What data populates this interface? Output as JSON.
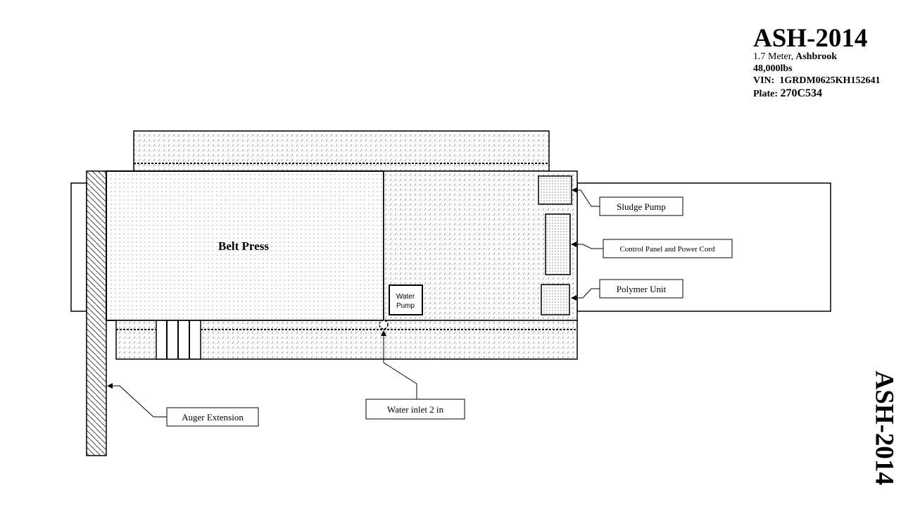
{
  "header": {
    "title": "ASH-2014",
    "size": "1.7 Meter,",
    "make": "Ashbrook",
    "weight": "48,000lbs",
    "vin_label": "VIN:",
    "vin": "1GRDM0625KH152641",
    "plate_label": "Plate:",
    "plate": "270C534"
  },
  "side_title": "ASH-2014",
  "diagram": {
    "belt_press": "Belt Press",
    "water_pump": [
      "Water",
      "Pump"
    ],
    "callouts": {
      "sludge_pump": "Sludge Pump",
      "control_panel": "Control Panel and Power Cord",
      "polymer_unit": "Polymer Unit",
      "water_inlet": "Water inlet 2 in",
      "auger_extension": "Auger Extension"
    }
  }
}
